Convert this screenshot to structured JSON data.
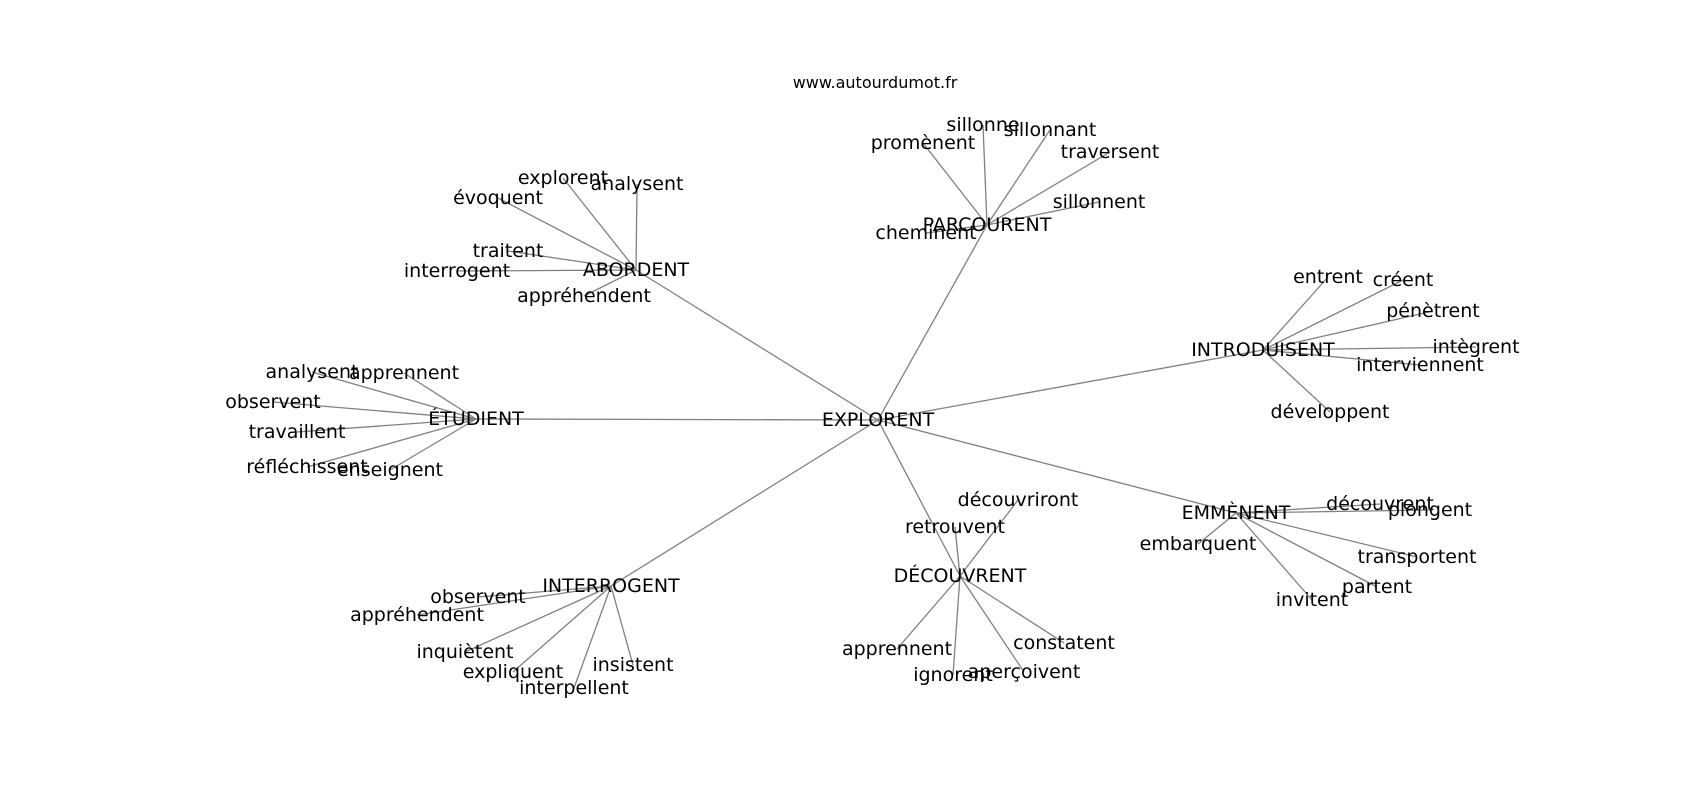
{
  "site_label": "www.autourdumot.fr",
  "center": "EXPLORENT",
  "clusters": [
    {
      "hub": "ABORDENT",
      "leaves": [
        "explorent",
        "analysent",
        "évoquent",
        "traitent",
        "interrogent",
        "appréhendent"
      ]
    },
    {
      "hub": "PARCOURENT",
      "leaves": [
        "sillonne",
        "sillonnant",
        "promènent",
        "traversent",
        "sillonnent",
        "cheminent"
      ]
    },
    {
      "hub": "INTRODUISENT",
      "leaves": [
        "entrent",
        "créent",
        "pénètrent",
        "intègrent",
        "interviennent",
        "développent"
      ]
    },
    {
      "hub": "ÉTUDIENT",
      "leaves": [
        "analysent",
        "apprennent",
        "observent",
        "travaillent",
        "réfléchissent",
        "enseignent"
      ]
    },
    {
      "hub": "EMMÈNENT",
      "leaves": [
        "découvrent",
        "plongent",
        "embarquent",
        "transportent",
        "partent",
        "invitent"
      ]
    },
    {
      "hub": "DÉCOUVRENT",
      "leaves": [
        "découvriront",
        "retrouvent",
        "apprennent",
        "constatent",
        "ignorent",
        "aperçoivent"
      ]
    },
    {
      "hub": "INTERROGENT",
      "leaves": [
        "observent",
        "appréhendent",
        "inquiètent",
        "expliquent",
        "insistent",
        "interpellent"
      ]
    }
  ]
}
